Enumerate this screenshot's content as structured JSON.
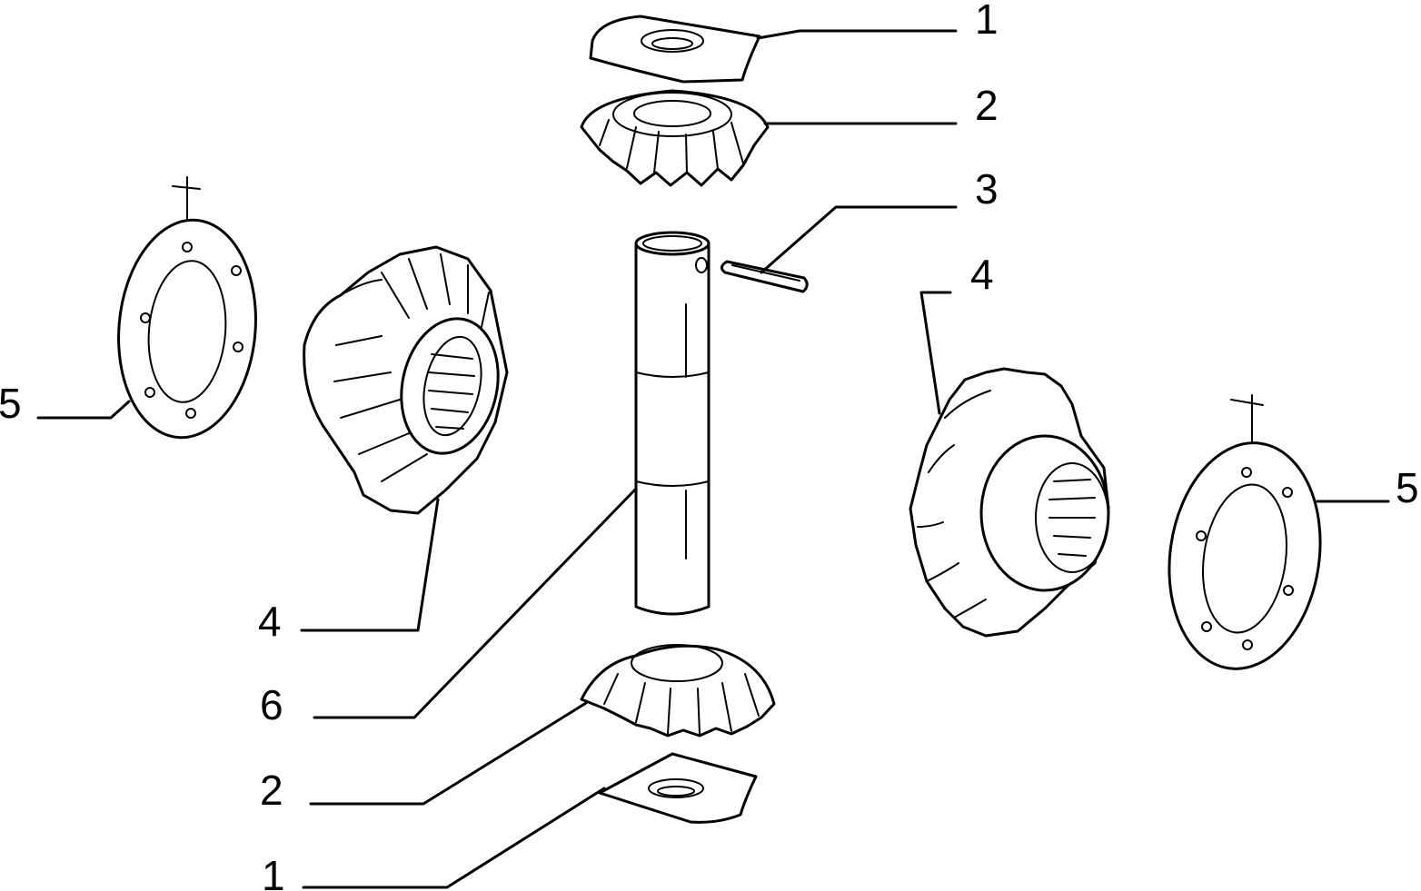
{
  "diagram": {
    "callouts": [
      {
        "id": "c1-top",
        "text": "1"
      },
      {
        "id": "c2-top",
        "text": "2"
      },
      {
        "id": "c3",
        "text": "3"
      },
      {
        "id": "c4-right",
        "text": "4"
      },
      {
        "id": "c5-left",
        "text": "5"
      },
      {
        "id": "c5-right",
        "text": "5"
      },
      {
        "id": "c4-left",
        "text": "4"
      },
      {
        "id": "c6",
        "text": "6"
      },
      {
        "id": "c2-bottom",
        "text": "2"
      },
      {
        "id": "c1-bottom",
        "text": "1"
      }
    ]
  }
}
